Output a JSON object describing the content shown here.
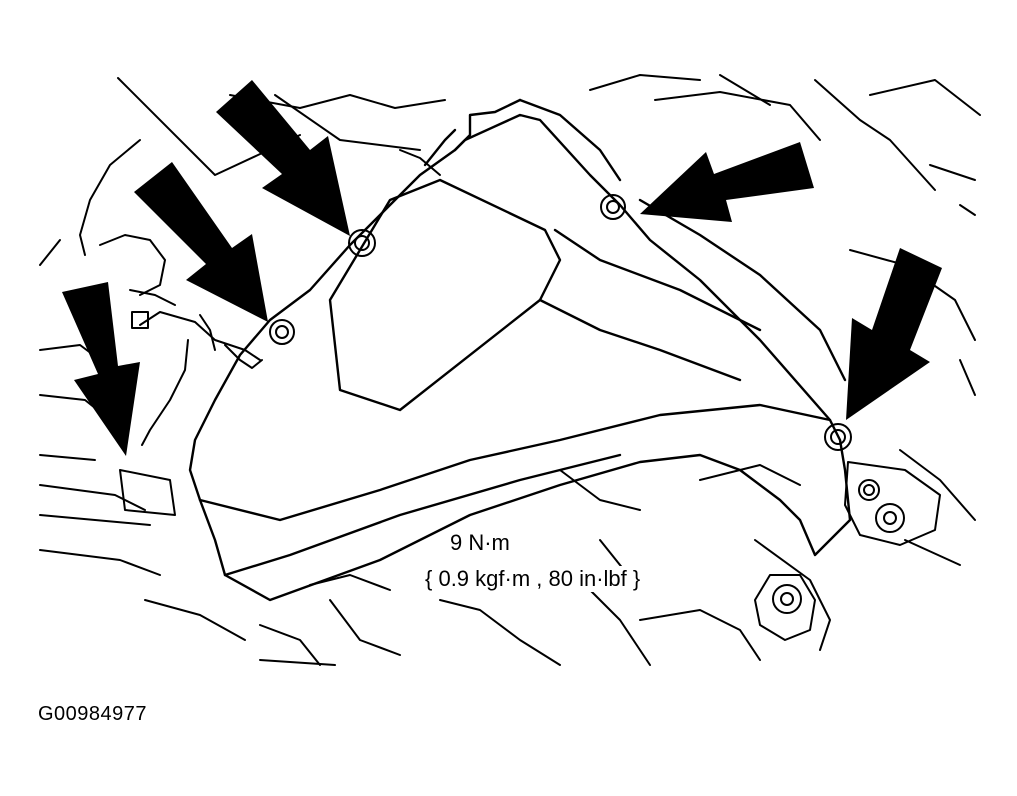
{
  "torque": {
    "primary": "9 N·m",
    "alternate": "{ 0.9 kgf·m , 80 in·lbf }"
  },
  "figure_id": "G00984977",
  "arrow_count": 5,
  "colors": {
    "line": "#000000",
    "background": "#ffffff"
  }
}
